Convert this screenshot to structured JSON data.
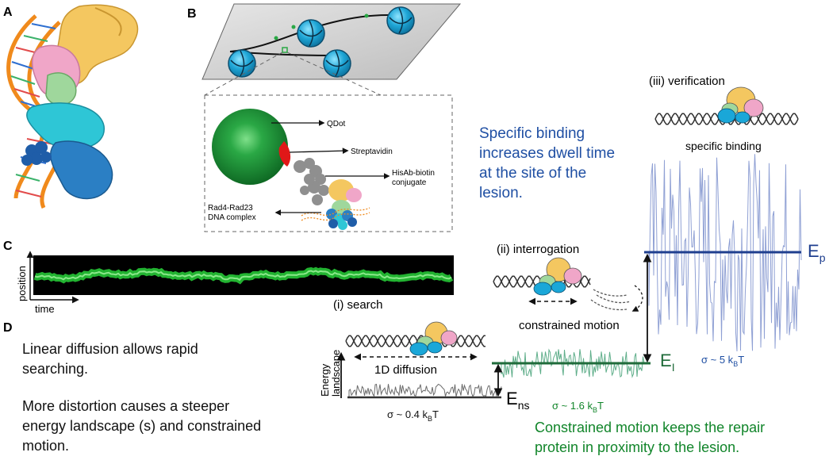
{
  "panels": {
    "a": "A",
    "b": "B",
    "c": "C",
    "d": "D"
  },
  "panel_b": {
    "qdot": "QDot",
    "streptavidin": "Streptavidin",
    "hisab_line1": "HisAb-biotin",
    "hisab_line2": "conjugate",
    "rad_line1": "Rad4-Rad23",
    "rad_line2": "DNA complex"
  },
  "panel_c": {
    "position": "position",
    "time": "time"
  },
  "stages": {
    "search": "(i) search",
    "diffusion": "1D diffusion",
    "interrogation": "(ii) interrogation",
    "constrained": "constrained motion",
    "verification": "(iii) verification",
    "specific": "specific binding"
  },
  "energy": {
    "axis_line1": "Energy",
    "axis_line2": "landscape",
    "e_ns_main": "E",
    "e_ns_sub": "ns",
    "e_i_main": "E",
    "e_i_sub": "I",
    "e_p_main": "E",
    "e_p_sub": "p",
    "sigma_ns_main": "σ ~ 0.4 k",
    "sigma_ns_sub": "B",
    "sigma_ns_tail": "T",
    "sigma_i_main": "σ ~ 1.6 k",
    "sigma_i_sub": "B",
    "sigma_i_tail": "T",
    "sigma_p_main": "σ ~ 5 k",
    "sigma_p_sub": "B",
    "sigma_p_tail": "T"
  },
  "texts": {
    "blue1": "Specific binding",
    "blue2": "increases dwell time",
    "blue3": "at the site of the",
    "blue4": "lesion.",
    "black1": "Linear diffusion allows rapid",
    "black2": "searching.",
    "black3": "More distortion causes a steeper",
    "black4": "energy landscape (s) and constrained",
    "black5": "motion.",
    "green1": "Constrained motion keeps the repair",
    "green2": "protein in proximity to the lesion."
  },
  "colors": {
    "blue_text": "#1f4fa3",
    "green_text": "#11852a",
    "trace_ns": "#6b6b6b",
    "trace_i": "#5fae8a",
    "trace_p": "#8fa0d4",
    "level_ns": "#333333",
    "level_i": "#1f6b3a",
    "level_p": "#1f3f8f",
    "kymo_green": "#28d23a",
    "qdot_green": "#1f9a36",
    "protein_cyan": "#1aa7d8",
    "protein_yellow": "#f4c760",
    "protein_pink": "#f0a6c8"
  }
}
